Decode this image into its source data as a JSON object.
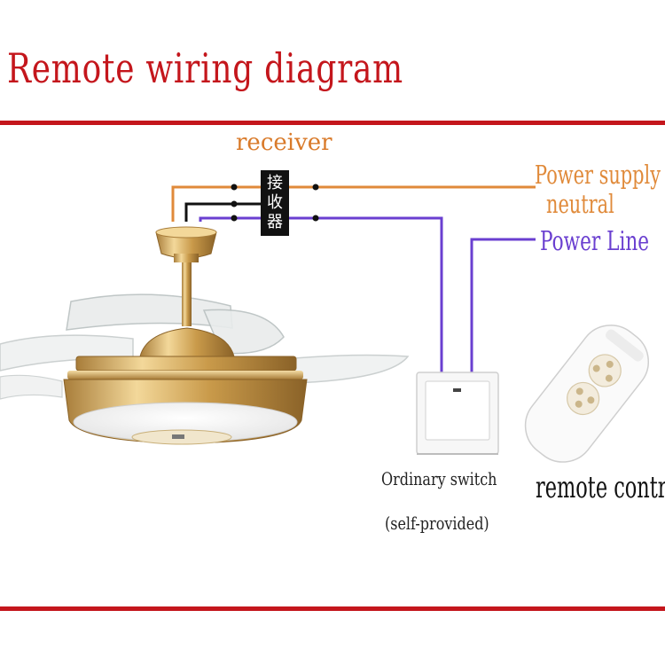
{
  "title": "Remote wiring diagram",
  "labels": {
    "receiver": "receiver",
    "receiver_box": [
      "接",
      "收",
      "器"
    ],
    "power_supply": "Power supply",
    "neutral": "neutral",
    "power_line": "Power Line",
    "switch_line1": "Ordinary switch",
    "switch_line2": "(self-provided)",
    "remote": "remote control"
  },
  "colors": {
    "accent_red": "#c4161c",
    "neutral_wire": "#e08a3a",
    "line_wire": "#6a3fd0",
    "ground_wire": "#111111"
  },
  "nodes": [
    "ceiling-fan-light",
    "receiver",
    "ordinary-switch",
    "remote-control"
  ],
  "edges": [
    {
      "from": "receiver",
      "to": "power-supply-neutral",
      "wire": "neutral"
    },
    {
      "from": "receiver",
      "to": "ordinary-switch",
      "wire": "line"
    },
    {
      "from": "ordinary-switch",
      "to": "power-line",
      "wire": "line"
    },
    {
      "from": "ceiling-fan-light",
      "to": "receiver",
      "wire": "three-core"
    }
  ]
}
